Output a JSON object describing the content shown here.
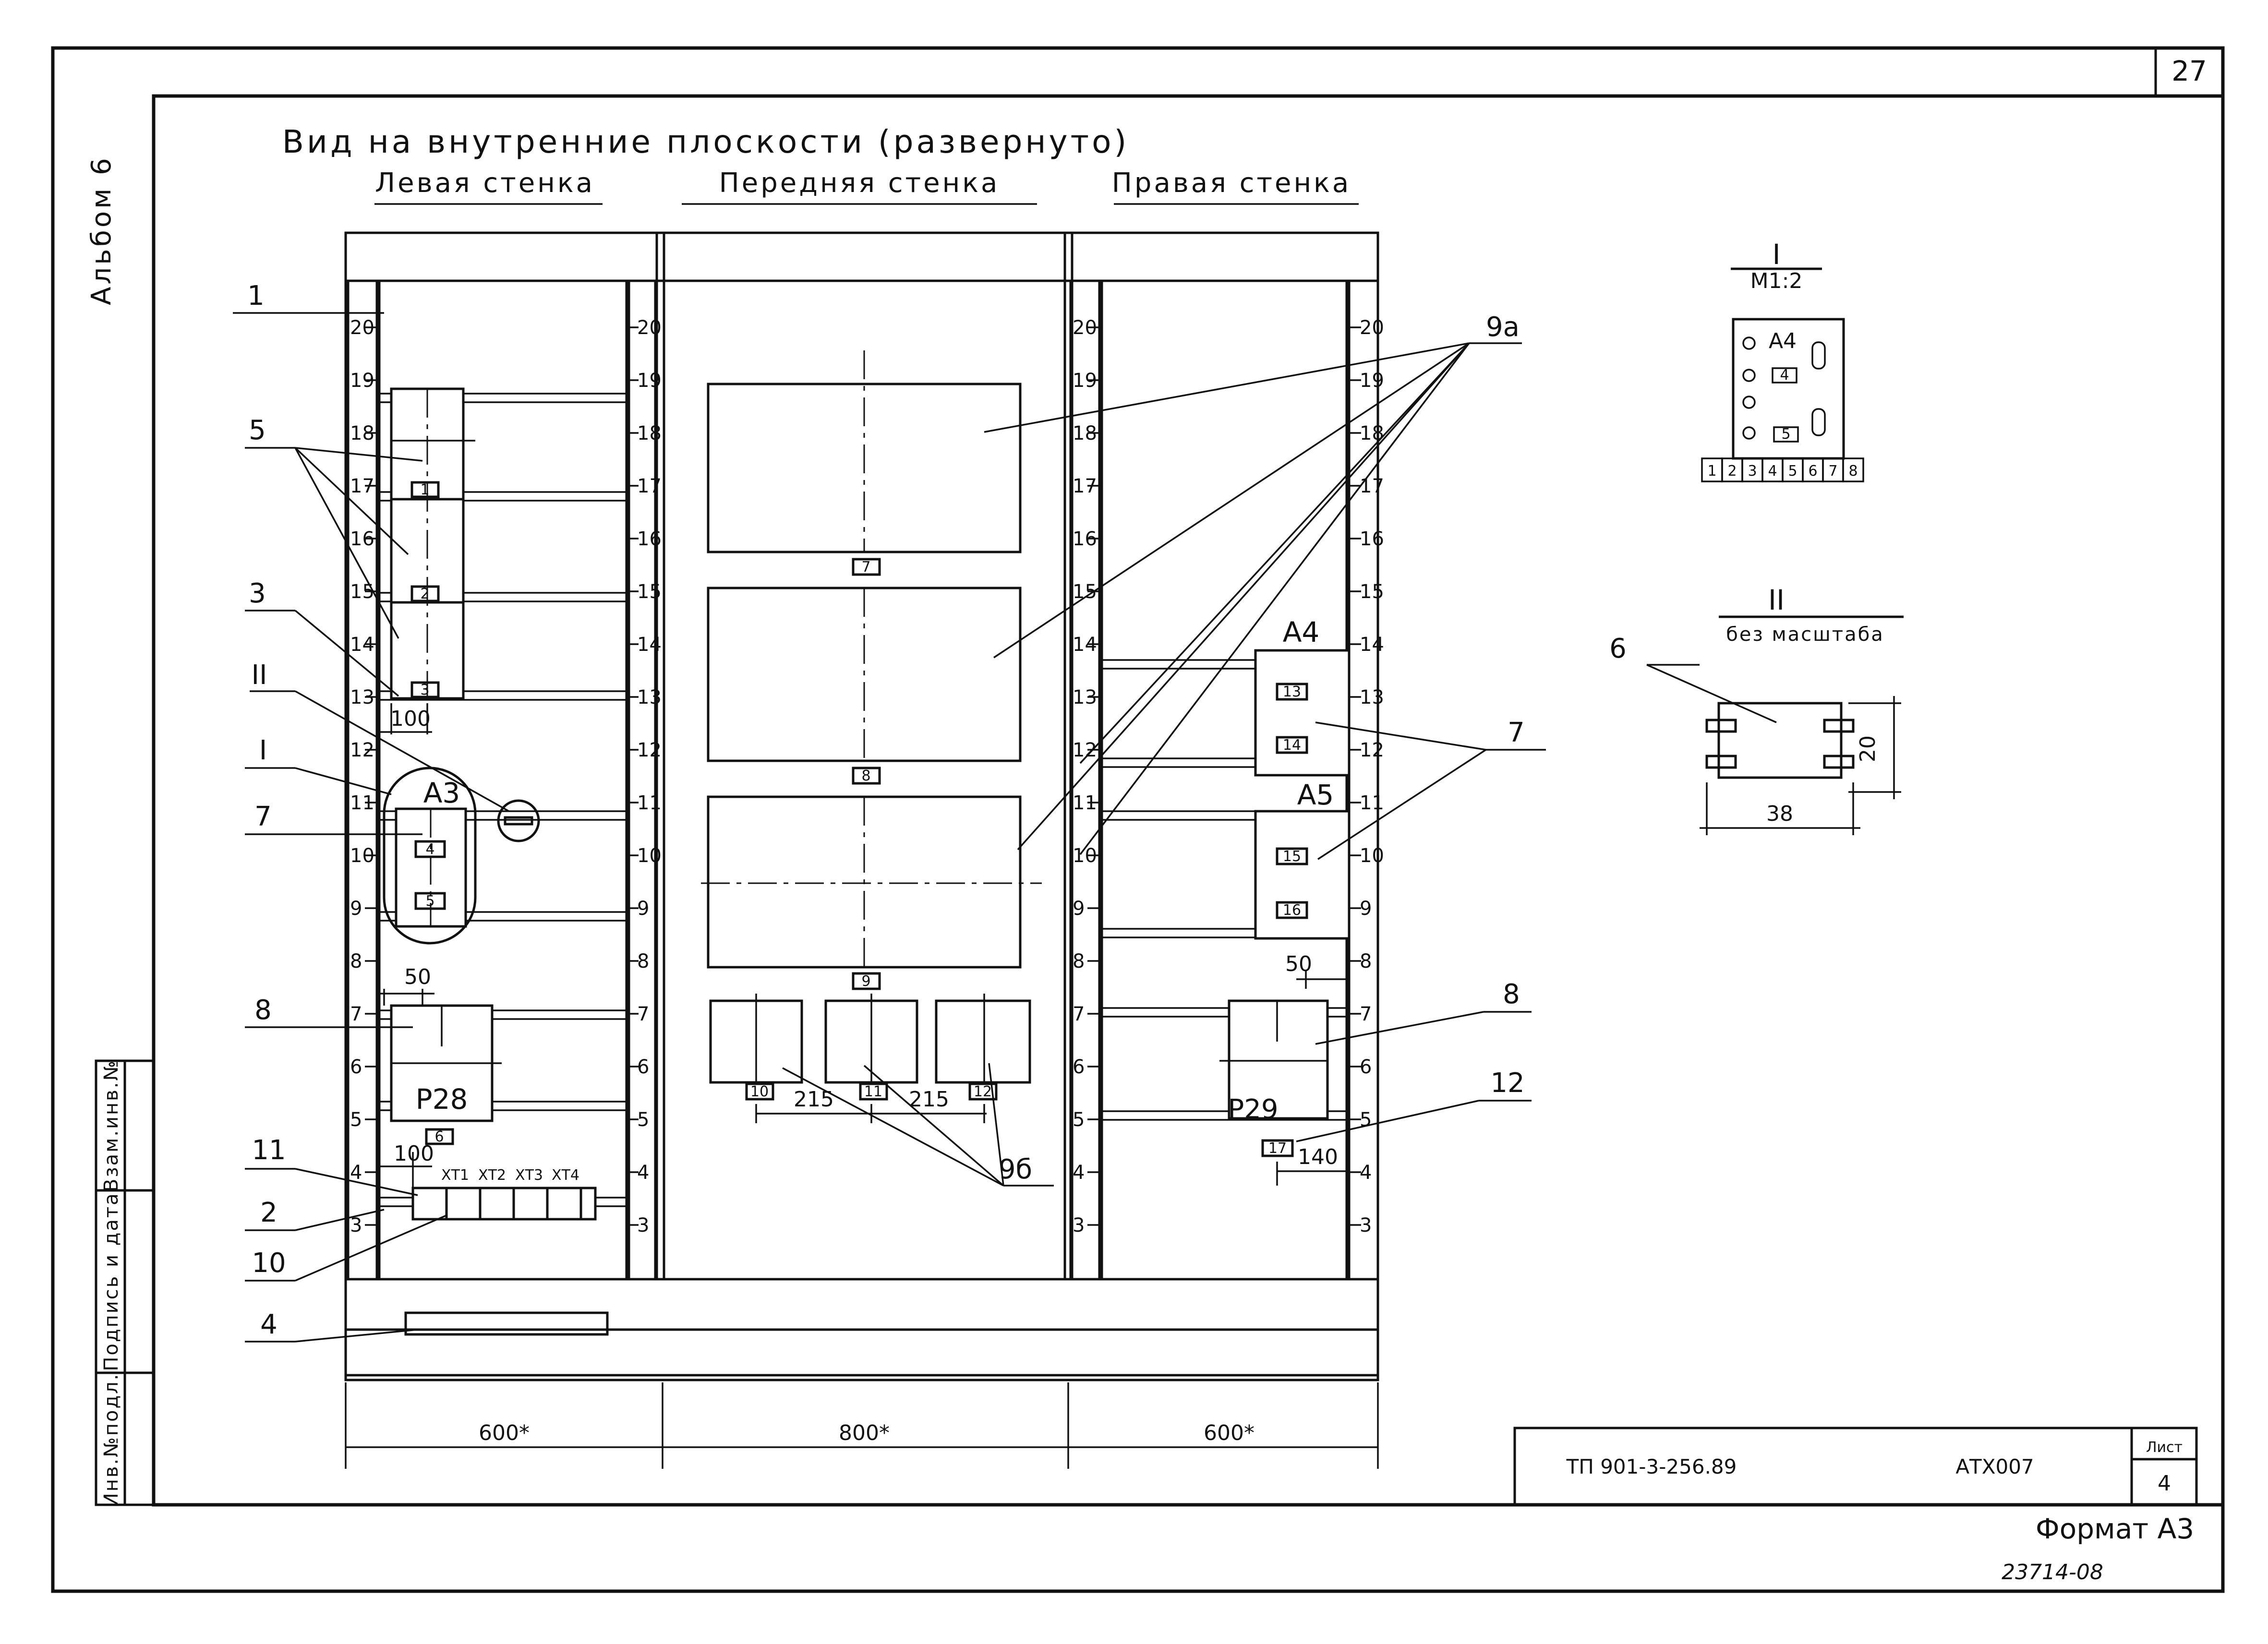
{
  "sheet": {
    "corner_number": "27",
    "album": "Альбом 6",
    "format": "Формат А3",
    "archive_no": "23714-08"
  },
  "drawing": {
    "title": "Вид на внутренние плоскости (развернуто)",
    "walls": {
      "left": "Левая стенка",
      "front": "Передняя стенка",
      "right": "Правая стенка"
    },
    "scale_ticks": [
      "20",
      "19",
      "18",
      "17",
      "16",
      "15",
      "14",
      "13",
      "12",
      "11",
      "10",
      "9",
      "8",
      "7",
      "6",
      "5",
      "4",
      "3"
    ],
    "callouts": {
      "c1": "1",
      "c5": "5",
      "c3": "3",
      "cII": "II",
      "cI": "I",
      "c7": "7",
      "c8": "8",
      "c11": "11",
      "c2": "2",
      "c10": "10",
      "c4": "4",
      "c9a": "9а",
      "c9b": "9б",
      "c7r": "7",
      "c8r": "8",
      "c12": "12"
    },
    "devices": {
      "a3": "А3",
      "a4": "А4",
      "a5": "А5",
      "p28": "Р28",
      "p29": "Р29",
      "xt1": "ХТ1",
      "xt2": "ХТ2",
      "xt3": "ХТ3",
      "xt4": "ХТ4"
    },
    "tags": {
      "t1": "1",
      "t2": "2",
      "t3": "3",
      "t4": "4",
      "t5": "5",
      "t6": "6",
      "t7": "7",
      "t8": "8",
      "t9": "9",
      "t10": "10",
      "t11": "11",
      "t12": "12",
      "t13": "13",
      "t14": "14",
      "t15": "15",
      "t16": "16",
      "t17": "17"
    },
    "dimensions": {
      "d100a": "100",
      "d50a": "50",
      "d100b": "100",
      "d215a": "215",
      "d215b": "215",
      "d50b": "50",
      "d140": "140",
      "w_left": "600*",
      "w_front": "800*",
      "w_right": "600*"
    }
  },
  "detail_I": {
    "label": "I",
    "scale": "М1:2",
    "device": "А4",
    "tag_top": "4",
    "tag_bottom": "5",
    "terminals": [
      "1",
      "2",
      "3",
      "4",
      "5",
      "6",
      "7",
      "8"
    ]
  },
  "detail_II": {
    "label": "II",
    "scale": "без масштаба",
    "callout": "6",
    "dim_height": "20",
    "dim_width": "38"
  },
  "stamp": {
    "designation": "ТП 901-3-256.89",
    "code": "АТХ007",
    "sheet_label": "Лист",
    "sheet_no": "4"
  },
  "side_stamp": {
    "inv_orig": "Инв.№подл.",
    "sign_date": "Подпись и дата",
    "replace_inv": "Взам.инв.№"
  }
}
